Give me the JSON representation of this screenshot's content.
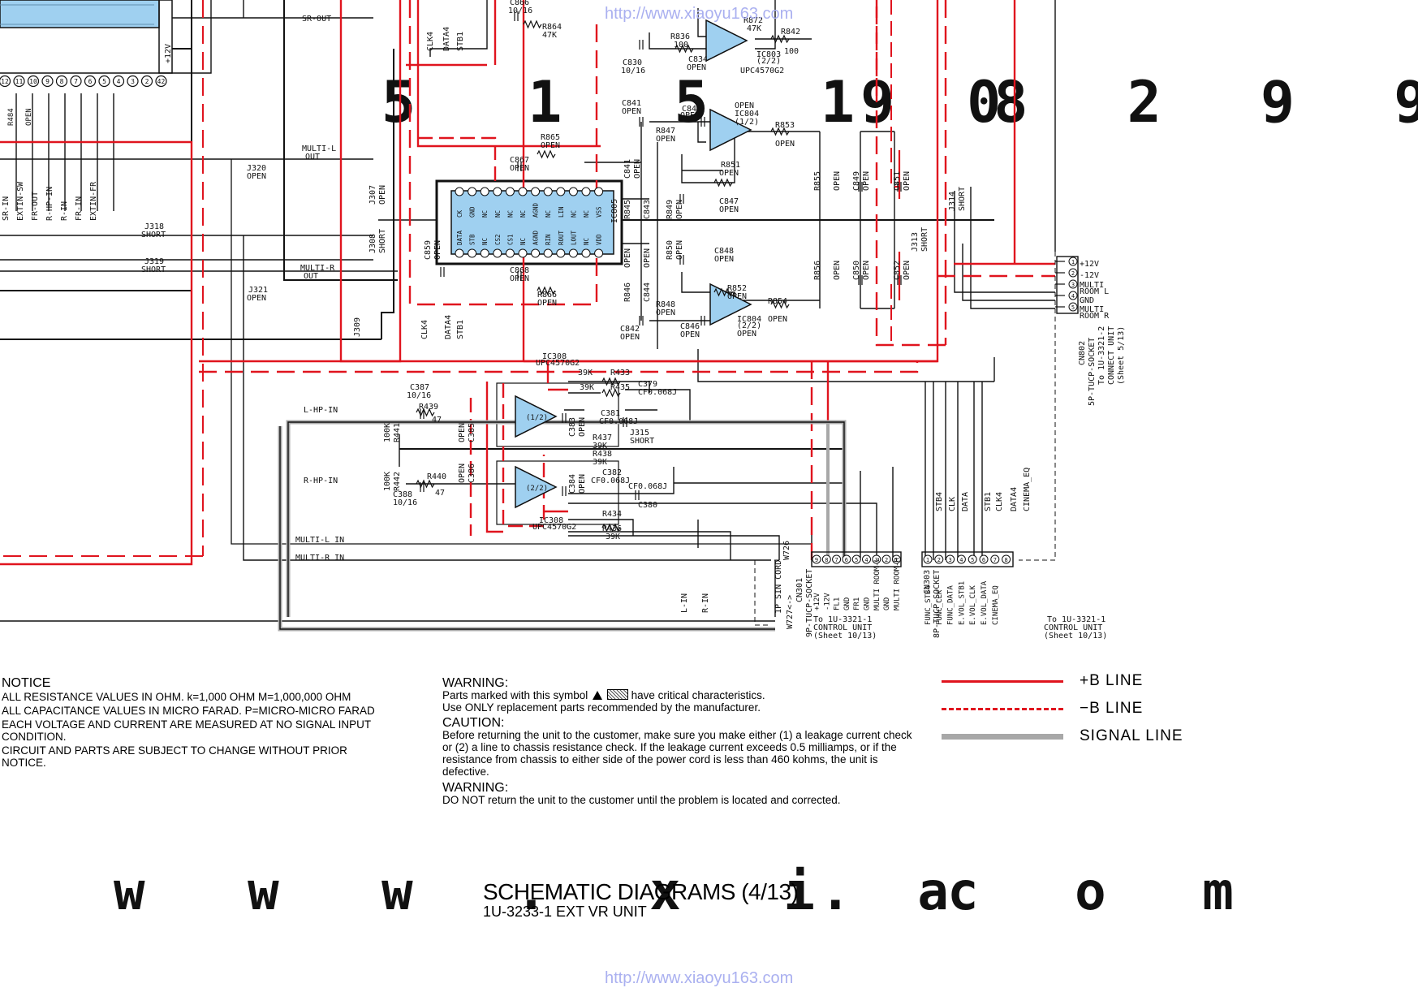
{
  "watermarks": {
    "url_top": "http://www.xiaoyu163.com",
    "url_bottom": "http://www.xiaoyu163.com"
  },
  "labels": {
    "sr_out": "SR-OUT",
    "plus12v_left": "+12V",
    "r484": "R484",
    "r484_open": "OPEN",
    "multi_l_out": "MULTI-L",
    "multi_l_out2": "OUT",
    "multi_r_out": "MULTI-R",
    "multi_r_out2": "OUT",
    "j320": "J320",
    "j320_v": "OPEN",
    "j318": "J318",
    "j318_v": "SHORT",
    "j319": "J319",
    "j319_v": "SHORT",
    "j321": "J321",
    "j321_v": "OPEN",
    "j307": "J307",
    "j307_v": "OPEN",
    "j308": "J308",
    "j308_v": "SHORT",
    "j309": "J309",
    "ic803": "IC803",
    "ic803_v": "(2/2)",
    "upc_top": "UPC4570G2",
    "ic804a": "IC804",
    "ic804a_v": "(1/2)",
    "ic804b": "IC804",
    "ic804b_v": "(2/2)",
    "open": "OPEN",
    "c866": "C866",
    "c866_v": "10/16",
    "r864": "R864",
    "r864_v": "47K",
    "r872": "R872",
    "r872_v": "47K",
    "r836": "R836",
    "r836_v": "100",
    "r842": "R842",
    "r842_v": "100",
    "c830": "C830",
    "c830_v": "10/16",
    "c834": "C834",
    "c841": "C841",
    "c845": "C845",
    "r847": "R847",
    "r853": "R853",
    "r865": "R865",
    "c867": "C867",
    "r851": "R851",
    "c847": "C847",
    "c849": "C849",
    "c851": "C851",
    "r855": "R855",
    "r856": "R856",
    "c850": "C850",
    "c852": "C852",
    "j314": "J314",
    "j314_v": "SHORT",
    "j313": "J313",
    "j313_v": "SHORT",
    "c859": "C859",
    "c868": "C868",
    "r866": "R866",
    "c848": "C848",
    "r852": "R852",
    "r854": "R854",
    "r848": "R848",
    "c846": "C846",
    "c842": "C842",
    "r845": "R845",
    "c843": "C843",
    "r849": "R849",
    "r850": "R850",
    "r846": "R846",
    "c844": "C844",
    "ic805": "IC805",
    "clk4": "CLK4",
    "data4": "DATA4",
    "stb1": "STB1",
    "ic308a": "IC308",
    "upc_mid": "UPC4570G2",
    "r433": "R433",
    "r433_v": "39K",
    "r435": "R435",
    "r435_v": "39K",
    "c379": "C379",
    "c379_v": "CF0.068J",
    "c381": "C381",
    "c381_v": "CF0.068J",
    "c387": "C387",
    "c387_v": "10/16",
    "r439": "R439",
    "r439_v": "47",
    "r441": "R441",
    "r441_v": "100K",
    "r442": "R442",
    "r442_v": "100K",
    "r440": "R440",
    "r440_v": "47",
    "c388": "C388",
    "c388_v": "10/16",
    "c385": "C385",
    "c386": "C386",
    "c383": "C383",
    "c384": "C384",
    "r437": "R437",
    "r437_v": "39K",
    "r438": "R438",
    "r438_v": "39K",
    "j315": "J315",
    "j315_v": "SHORT",
    "c382": "C382",
    "c382_v": "CF0.068J",
    "c380": "C380",
    "c380_v": "CF0.068J",
    "r434": "R434",
    "r436": "R436",
    "r436_v": "39K",
    "ic308b": "IC308",
    "upc_bot": "UPC4570G2",
    "op_half1": "(1/2)",
    "op_half2": "(2/2)",
    "l_hp_in": "L-HP-IN",
    "r_hp_in": "R-HP-IN",
    "multi_l_in": "MULTI-L IN",
    "multi_r_in": "MULTI-R IN",
    "l_in": "L-IN",
    "r_in": "R-IN",
    "cn_plus12": "+12V",
    "cn_minus12": "-12V",
    "cn_multi_l": "MULTI",
    "cn_multi_l2": "ROOM L",
    "cn_gnd": "GND",
    "cn_multi_r": "MULTI",
    "cn_multi_r2": "ROOM R",
    "cn802": "CN802",
    "cn802_t": "5P-TUCP-SOCKET",
    "cn802_to": "To 1U-3321-2",
    "cn802_to2": "CONNECT UNIT",
    "cn802_to3": "(Sheet 5/13)",
    "cn_stb4": "STB4",
    "cn_clk": "CLK",
    "cn_data": "DATA",
    "cn_stb1": "STB1",
    "cn_clk4": "CLK4",
    "cn_data4": "DATA4",
    "cn_cinema": "CINEMA_EQ",
    "w726": "W726",
    "sin_cord": "1P SIN CORD",
    "w727": "W727<->",
    "cn301": "CN301",
    "cn301_t": "9P-TUCP-SOCKET",
    "p_plus12": "+12V",
    "p_minus12": "-12V",
    "p_fl1": "FL1",
    "p_gnd": "GND",
    "p_fr1": "FR1",
    "p_gnd2": "GND",
    "p_mrl": "MULTI ROOM-L",
    "p_gnd3": "GND",
    "p_mrr": "MULTI ROOM-R",
    "cn303": "CN303",
    "cn303_t": "8P-TUCP-SOCKET",
    "p_fstb4": "FUNC_STB4",
    "p_fclk": "FUNC_CLK",
    "p_fdata": "FUNC_DATA",
    "p_evstb1": "E.VOL_STB1",
    "p_evclk": "E.VOL_CLK",
    "p_evdata": "E.VOL_DATA",
    "p_cinema": "CINEMA_EQ",
    "to_ctrl1": "To 1U-3321-1",
    "to_ctrl1b": "CONTROL UNIT",
    "to_ctrl1c": "(Sheet 10/13)",
    "to_ctrl2": "To 1U-3321-1",
    "to_ctrl2b": "CONTROL UNIT",
    "to_ctrl2c": "(Sheet 10/13)",
    "left_sigs": [
      "SR-IN",
      "EXTIN-SW",
      "FR-OUT",
      "R-HP-IN",
      "R-IN",
      "FR-IN",
      "EXTIN-FR"
    ],
    "pin_nums": [
      "12",
      "11",
      "10",
      "9",
      "8",
      "7",
      "6",
      "5",
      "4",
      "3",
      "2",
      "42"
    ],
    "ic805_pins": [
      "CK",
      "GND",
      "NC",
      "NC",
      "NC",
      "NC",
      "AGND",
      "NC",
      "LIN",
      "NC",
      "NC",
      "VSS"
    ],
    "ic805_pins_b": [
      "DATA",
      "STB",
      "NC",
      "CS2",
      "CS1",
      "NC",
      "AGND",
      "RIN",
      "ROUT",
      "LOUT",
      "NC",
      "VDD"
    ]
  },
  "notice": {
    "heading": "NOTICE",
    "lines": [
      "ALL RESISTANCE VALUES IN OHM. k=1,000 OHM M=1,000,000 OHM",
      "ALL CAPACITANCE VALUES IN MICRO FARAD. P=MICRO-MICRO FARAD",
      "EACH VOLTAGE AND CURRENT ARE MEASURED AT NO SIGNAL INPUT CONDITION.",
      "CIRCUIT AND PARTS ARE SUBJECT TO CHANGE WITHOUT PRIOR NOTICE."
    ]
  },
  "warning1": {
    "heading": "WARNING:",
    "line1a": "Parts marked with this symbol",
    "line1b": "have critical characteristics.",
    "line2": "Use ONLY replacement parts recommended by the manufacturer."
  },
  "caution": {
    "heading": "CAUTION:",
    "text": "Before returning the unit to the customer, make sure you make either (1) a leakage current check or (2) a line to chassis resistance check. If the leakage current exceeds 0.5 milliamps, or if the resistance from chassis to either side of the power cord is less than 460 kohms, the unit is defective."
  },
  "warning2": {
    "heading": "WARNING:",
    "text": "DO NOT return the unit to the customer until the problem is located and corrected."
  },
  "legend": {
    "plus_b": "+B  LINE",
    "minus_b": "−B  LINE",
    "signal": "SIGNAL  LINE",
    "plus_color": "#e0141e",
    "minus_color": "#e0141e",
    "signal_color": "#a8a8a8"
  },
  "title": {
    "main": "SCHEMATIC DIAGRAMS  (4/13)",
    "sub": "1U-3233-1 EXT VR UNIT"
  },
  "colors": {
    "red": "#e0141e",
    "signal": "#a8a8a8",
    "ic_fill": "#9fd0f0",
    "line": "#111111"
  }
}
